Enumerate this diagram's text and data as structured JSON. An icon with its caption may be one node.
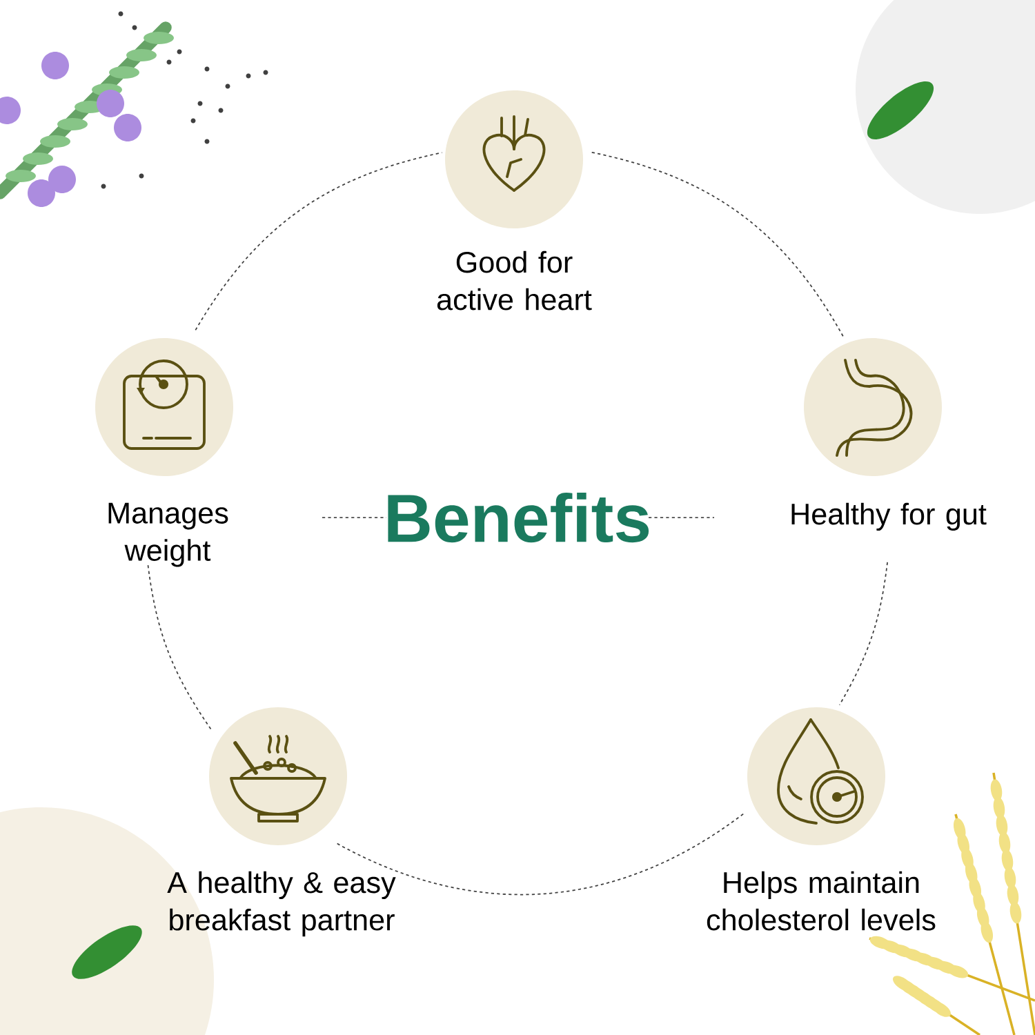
{
  "diagram": {
    "title": "Benefits",
    "nodes": [
      {
        "text": [
          "Good for active heart"
        ]
      },
      {
        "text": [
          "Healthy for gut"
        ]
      },
      {
        "text": [
          "Helps maintain cholesterol levels"
        ]
      },
      {
        "text": [
          "A healthy & easy breakfast partner"
        ]
      },
      {
        "text": [
          "Manages weight"
        ]
      }
    ],
    "edges": [
      {
        "from": 0,
        "to": 1,
        "arrow": "none",
        "style": "dashed"
      },
      {
        "from": 1,
        "to": 2,
        "arrow": "none",
        "style": "dashed"
      },
      {
        "from": 2,
        "to": 3,
        "arrow": "none",
        "style": "dashed"
      },
      {
        "from": 3,
        "to": 4,
        "arrow": "none",
        "style": "dashed"
      },
      {
        "from": 4,
        "to": 0,
        "arrow": "none",
        "style": "dashed"
      }
    ]
  }
}
